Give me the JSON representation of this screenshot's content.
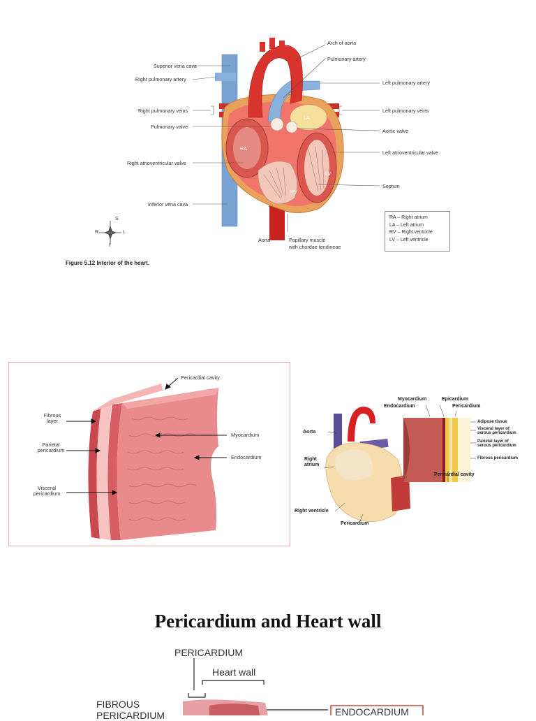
{
  "figure1": {
    "caption": "Figure 5.12  Interior of the heart.",
    "labels": {
      "arch_of_aorta": "Arch of aorta",
      "pulmonary_artery": "Pulmonary artery",
      "superior_vena_cava": "Superior vena cava",
      "right_pulmonary_artery": "Right pulmonary artery",
      "left_pulmonary_artery": "Left pulmonary artery",
      "right_pulmonary_veins": "Right pulmonary veins",
      "left_pulmonary_veins": "Left pulmonary veins",
      "pulmonary_valve": "Pulmonary valve",
      "aortic_valve": "Aortic valve",
      "left_av_valve": "Left atrioventricular valve",
      "right_av_valve": "Right atrioventricular valve",
      "septum": "Septum",
      "inferior_vena_cava": "Inferior vena cava",
      "aorta": "Aorta",
      "papillary_1": "Papillary muscle",
      "papillary_2": "with chordae tendineae",
      "ra": "RA",
      "la": "LA",
      "rv": "RV",
      "lv": "LV"
    },
    "compass": {
      "s": "S",
      "i": "I",
      "r": "R",
      "l": "L"
    },
    "legend": [
      "RA – Right atrium",
      "LA – Left atrium",
      "RV – Right ventricle",
      "LV – Left ventricle"
    ]
  },
  "figure2": {
    "labels": {
      "pericardial_cavity": "Pericardial cavity",
      "fibrous_1": "Fibrous",
      "fibrous_2": "layer",
      "parietal_1": "Parietal",
      "parietal_2": "pericardium",
      "visceral_1": "Visceral",
      "visceral_2": "pericardium",
      "myocardium": "Myocardium",
      "endocardium": "Endocardium"
    }
  },
  "figure3": {
    "labels": {
      "myocardium": "Myocardium",
      "epicardium": "Epicardium",
      "endocardium": "Endocardium",
      "pericardium_top": "Pericardium",
      "aorta": "Aorta",
      "right_atrium_1": "Right",
      "right_atrium_2": "atrium",
      "right_ventricle": "Right ventricle",
      "pericardium_bottom": "Pericardium",
      "adipose": "Adipose tissue",
      "visceral_1": "Visceral layer of",
      "visceral_2": "serous pericardium",
      "parietal_1": "Parietal layer of",
      "parietal_2": "serous pericardium",
      "fibrous": "Fibrous pericardium",
      "pericardial_cavity": "Pericardial cavity"
    }
  },
  "section3": {
    "title": "Pericardium and Heart wall",
    "pericardium": "PERICARDIUM",
    "heart_wall": "Heart wall",
    "fibrous_1": "FIBROUS",
    "fibrous_2": "PERICARDIUM",
    "endocardium": "ENDOCARDIUM"
  }
}
